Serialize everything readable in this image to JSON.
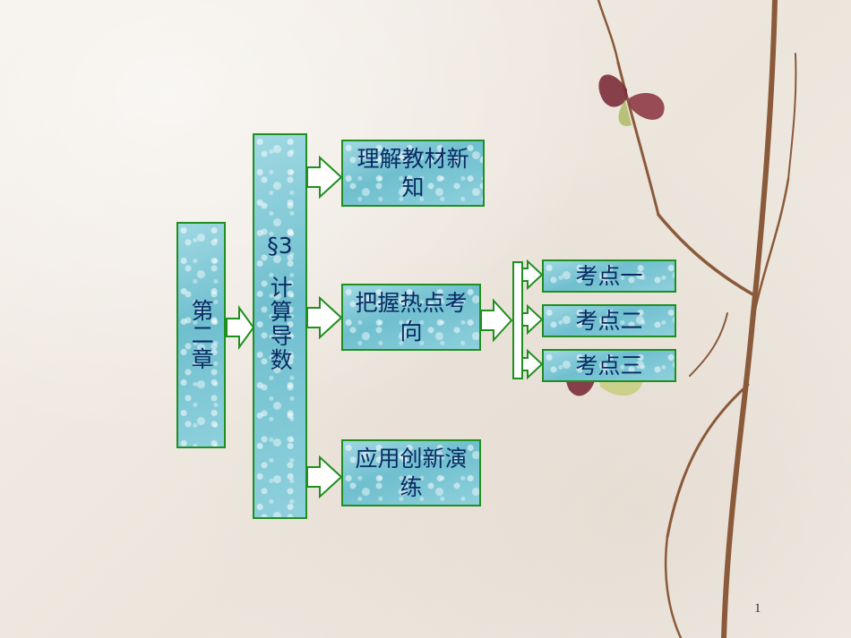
{
  "chapter": {
    "label": "第二章"
  },
  "section": {
    "mark": "§3",
    "title": "计算导数"
  },
  "branches": [
    {
      "label": "理解教材新知"
    },
    {
      "label": "把握热点考向"
    },
    {
      "label": "应用创新演练"
    }
  ],
  "points": [
    {
      "label": "考点一"
    },
    {
      "label": "考点二"
    },
    {
      "label": "考点三"
    }
  ],
  "page_number": "1",
  "colors": {
    "box_fill": "#7cc6d4",
    "box_border": "#1f8f1f",
    "text": "#0b2a63"
  }
}
